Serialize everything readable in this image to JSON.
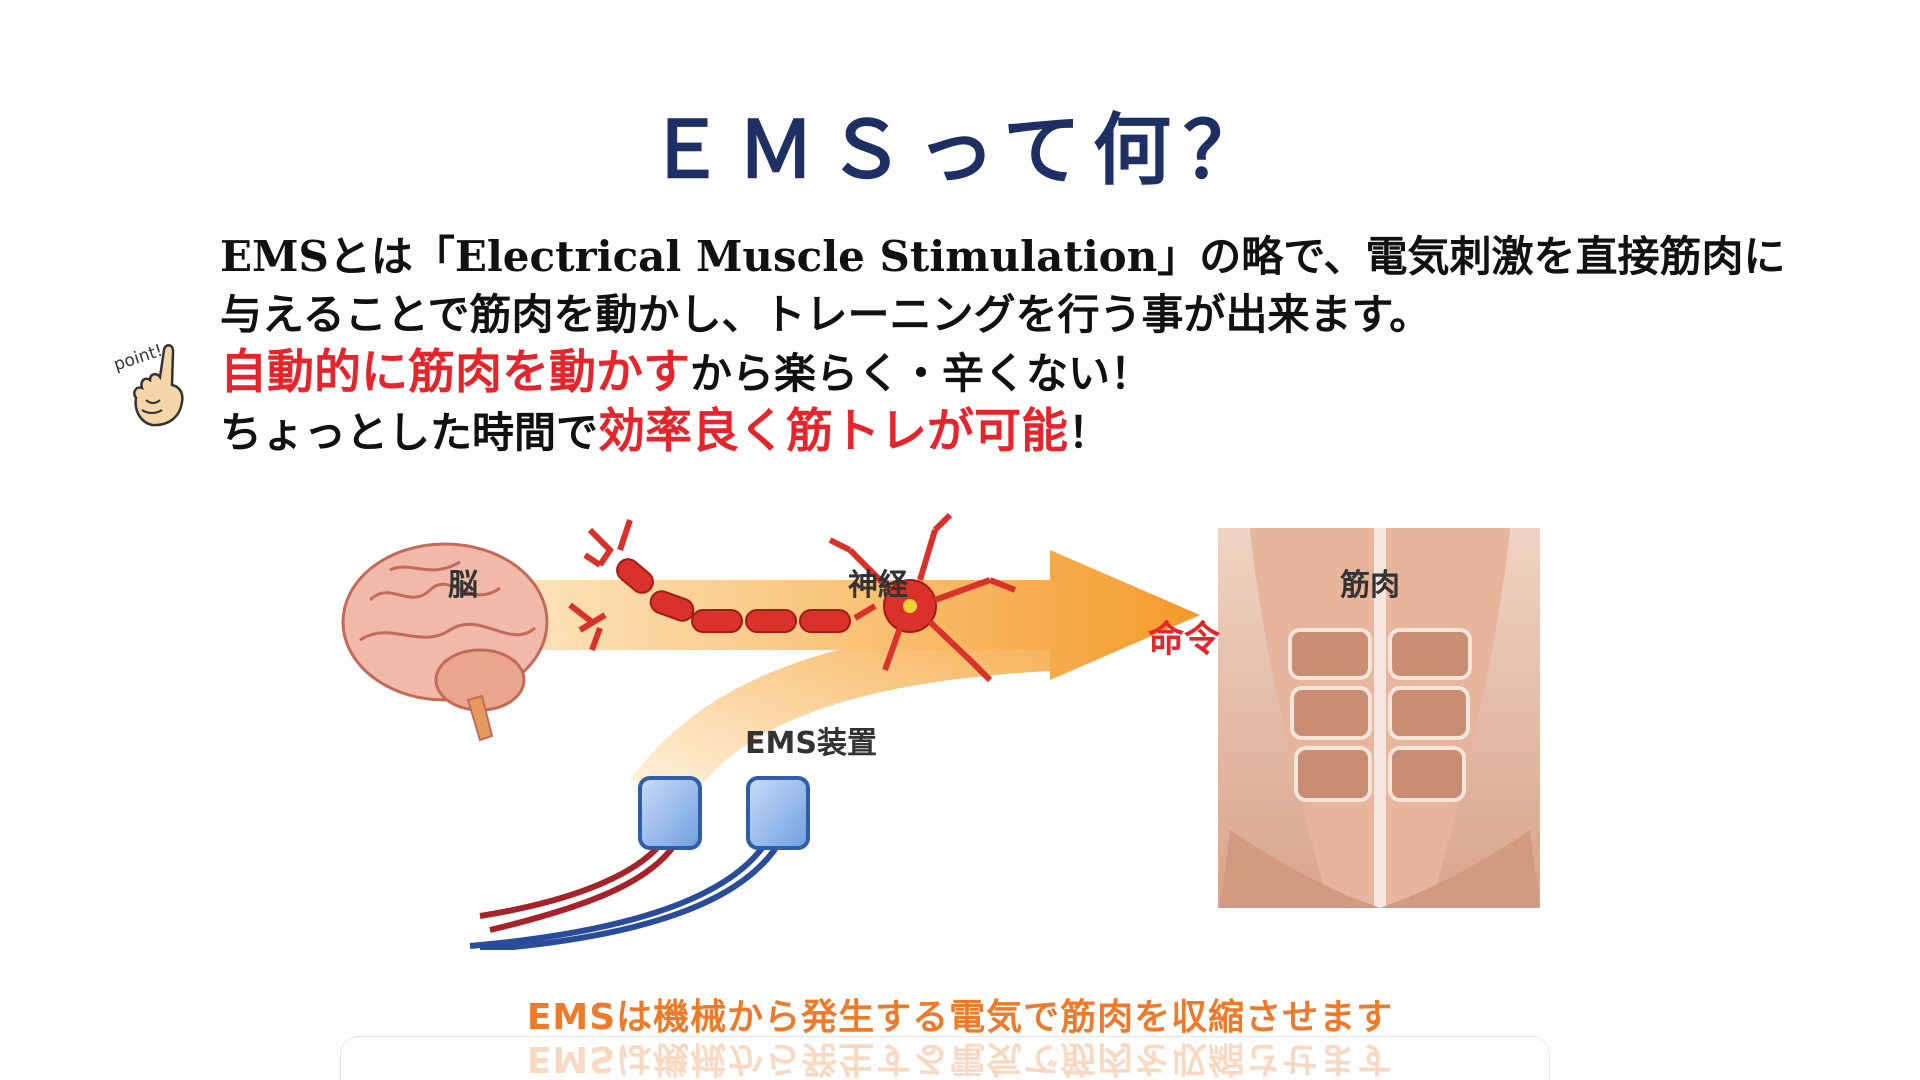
{
  "title": "ＥＭＳって何？",
  "body": {
    "line1": "EMSとは「Electrical Muscle Stimulation」の略で、電気刺激を直接筋肉に",
    "line2": "与えることで筋肉を動かし、トレーニングを行う事が出来ます。",
    "line3_red": "自動的に筋肉を動かす",
    "line3_rest": "から楽らく・辛くない！",
    "line4_start": "ちょっとした時間で",
    "line4_red": "効率良く筋トレが可能",
    "line4_end": "！"
  },
  "point_badge": {
    "label": "point!",
    "icon": "pointing-hand-icon"
  },
  "diagram": {
    "brain_label": "脳",
    "nerve_label": "神経",
    "muscle_label": "筋肉",
    "command_label": "命令",
    "device_label": "EMS装置"
  },
  "caption": "EMSは機械から発生する電気で筋肉を収縮させます",
  "colors": {
    "title": "#1d2f63",
    "accent_red": "#e5242b",
    "caption_orange": "#ee7a2a",
    "arrow_orange": "#f7a53a",
    "pad_blue": "#8fb4e8"
  }
}
